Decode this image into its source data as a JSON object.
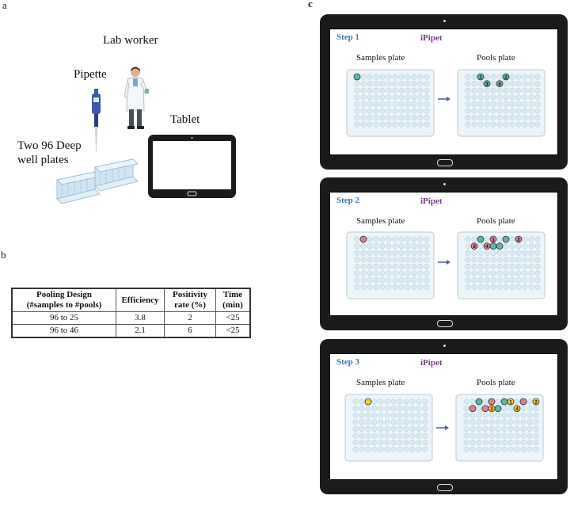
{
  "panels": {
    "a": "a",
    "b": "b",
    "c": "c"
  },
  "panel_a": {
    "lab_worker": "Lab worker",
    "pipette": "Pipette",
    "tablet": "Tablet",
    "plates_line1": "Two 96 Deep",
    "plates_line2": "well plates"
  },
  "table": {
    "headers": [
      [
        "Pooling Design",
        "(#samples to #pools)"
      ],
      [
        "Efficiency"
      ],
      [
        "Positivity",
        "rate (%)"
      ],
      [
        "Time",
        "(min)"
      ]
    ],
    "rows": [
      [
        "96 to 25",
        "3.8",
        "2",
        "<25"
      ],
      [
        "96 to 46",
        "2.1",
        "6",
        "<25"
      ]
    ]
  },
  "tablets": [
    {
      "step": "Step 1",
      "app": "iPipet",
      "samples_title": "Samples plate",
      "pools_title": "Pools plate",
      "samples_marks": [
        {
          "row": 0,
          "col": 0,
          "color": "teal"
        }
      ],
      "pools_marks": [
        {
          "row": 0,
          "col": 2,
          "color": "teal",
          "label": "1"
        },
        {
          "row": 0,
          "col": 6,
          "color": "teal",
          "label": "2"
        },
        {
          "row": 1,
          "col": 3,
          "color": "teal",
          "label": "3"
        },
        {
          "row": 1,
          "col": 5,
          "color": "teal",
          "label": "4"
        }
      ]
    },
    {
      "step": "Step 2",
      "app": "iPipet",
      "samples_title": "Samples plate",
      "pools_title": "Pools plate",
      "samples_marks": [
        {
          "row": 0,
          "col": 1,
          "color": "red"
        }
      ],
      "pools_marks": [
        {
          "row": 0,
          "col": 2,
          "color": "teal",
          "label": ""
        },
        {
          "row": 0,
          "col": 4,
          "color": "red",
          "label": "1"
        },
        {
          "row": 0,
          "col": 6,
          "color": "teal",
          "label": ""
        },
        {
          "row": 0,
          "col": 8,
          "color": "red",
          "label": "2"
        },
        {
          "row": 1,
          "col": 1,
          "color": "red",
          "label": "3"
        },
        {
          "row": 1,
          "col": 3,
          "color": "red",
          "label": "4"
        },
        {
          "row": 1,
          "col": 4,
          "color": "teal",
          "label": ""
        },
        {
          "row": 1,
          "col": 5,
          "color": "teal",
          "label": ""
        }
      ]
    },
    {
      "step": "Step 3",
      "app": "iPipet",
      "samples_title": "Samples plate",
      "pools_title": "Pools plate",
      "samples_marks": [
        {
          "row": 0,
          "col": 2,
          "color": "yellow"
        }
      ],
      "pools_marks": [
        {
          "row": 0,
          "col": 2,
          "color": "teal",
          "label": ""
        },
        {
          "row": 0,
          "col": 4,
          "color": "red",
          "label": ""
        },
        {
          "row": 0,
          "col": 6,
          "color": "teal",
          "label": ""
        },
        {
          "row": 0,
          "col": 7,
          "color": "yellow",
          "label": "1"
        },
        {
          "row": 0,
          "col": 9,
          "color": "red",
          "label": ""
        },
        {
          "row": 0,
          "col": 11,
          "color": "yellow",
          "label": "2"
        },
        {
          "row": 1,
          "col": 1,
          "color": "red",
          "label": ""
        },
        {
          "row": 1,
          "col": 3,
          "color": "red",
          "label": ""
        },
        {
          "row": 1,
          "col": 4,
          "color": "yellow",
          "label": "3"
        },
        {
          "row": 1,
          "col": 5,
          "color": "teal",
          "label": ""
        },
        {
          "row": 1,
          "col": 8,
          "color": "yellow",
          "label": "4"
        }
      ]
    }
  ],
  "colors": {
    "teal": "#5fb5a6",
    "red": "#e07f8c",
    "yellow": "#f2cf3c",
    "well": "#d8ebf5",
    "plate": "#eef5f9",
    "arrow": "#4c5d9c"
  }
}
